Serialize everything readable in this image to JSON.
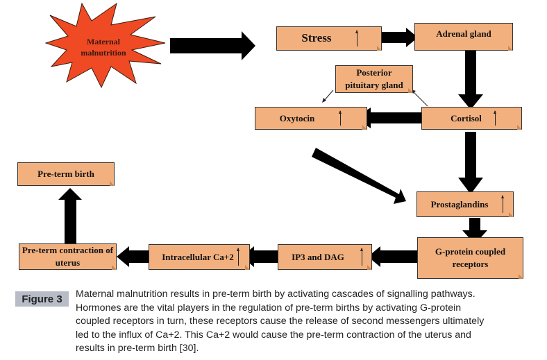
{
  "diagram": {
    "start": "Maternal malnutrition",
    "nodes": {
      "stress": "Stress",
      "adrenal": "Adrenal gland",
      "posterior_pituitary": "Posterior pituitary gland",
      "oxytocin": "Oxytocin",
      "cortisol": "Cortisol",
      "prostaglandins": "Prostaglandins",
      "gpcr": "G-protein coupled receptors",
      "ip3_dag": "IP3 and DAG",
      "ca": "Intracellular Ca+2",
      "contraction": "Pre-term contraction of uterus",
      "preterm_birth": "Pre-term birth"
    },
    "edges": [
      [
        "Maternal malnutrition",
        "Stress"
      ],
      [
        "Stress",
        "Adrenal gland"
      ],
      [
        "Adrenal gland",
        "Cortisol"
      ],
      [
        "Cortisol",
        "Posterior pituitary gland"
      ],
      [
        "Posterior pituitary gland",
        "Oxytocin"
      ],
      [
        "Cortisol",
        "Oxytocin"
      ],
      [
        "Cortisol",
        "Prostaglandins"
      ],
      [
        "Oxytocin",
        "Prostaglandins"
      ],
      [
        "Prostaglandins",
        "G-protein coupled receptors"
      ],
      [
        "G-protein coupled receptors",
        "IP3 and DAG"
      ],
      [
        "IP3 and DAG",
        "Intracellular Ca+2"
      ],
      [
        "Intracellular Ca+2",
        "Pre-term contraction of uterus"
      ],
      [
        "Pre-term contraction of uterus",
        "Pre-term birth"
      ]
    ],
    "increase_markers": [
      "Stress",
      "Oxytocin",
      "Cortisol",
      "Prostaglandins",
      "IP3 and DAG",
      "Intracellular Ca+2"
    ],
    "colors": {
      "box_fill": "#f1b07e",
      "star_fill": "#f04a24",
      "arrow": "#000000"
    }
  },
  "caption": {
    "label": "Figure 3",
    "lines": [
      "Maternal malnutrition results in pre-term birth by activating cascades of signalling pathways.",
      "Hormones are the vital players in the regulation of pre-term births by activating G-protein",
      "coupled receptors in turn, these receptors cause the release of second messengers ultimately",
      "led to the influx of Ca+2. This Ca+2 would cause the pre-term contraction of the uterus and",
      "results in pre-term birth [30]."
    ]
  }
}
